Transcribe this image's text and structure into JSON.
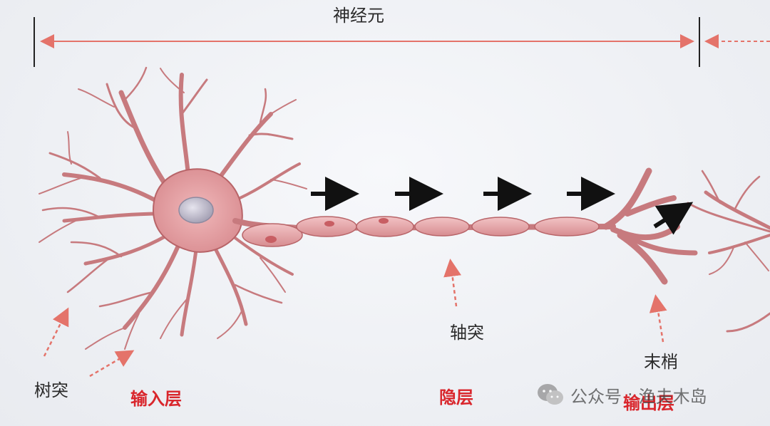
{
  "title": "神经元",
  "labels": {
    "dendrite": "树突",
    "axon": "轴突",
    "terminal": "末梢",
    "input_layer": "输入层",
    "hidden_layer": "隐层",
    "output_layer": "输出层"
  },
  "watermark": {
    "prefix": "公众号",
    "separator": "·",
    "name": "渔夫木岛"
  },
  "colors": {
    "neuron_fill": "#e6a3a6",
    "neuron_stroke": "#b86468",
    "dashed_arrow": "#e4736a",
    "signal_arrow": "#111111",
    "highlight_text": "#d9262c",
    "nucleus": "#b9b6c6"
  }
}
